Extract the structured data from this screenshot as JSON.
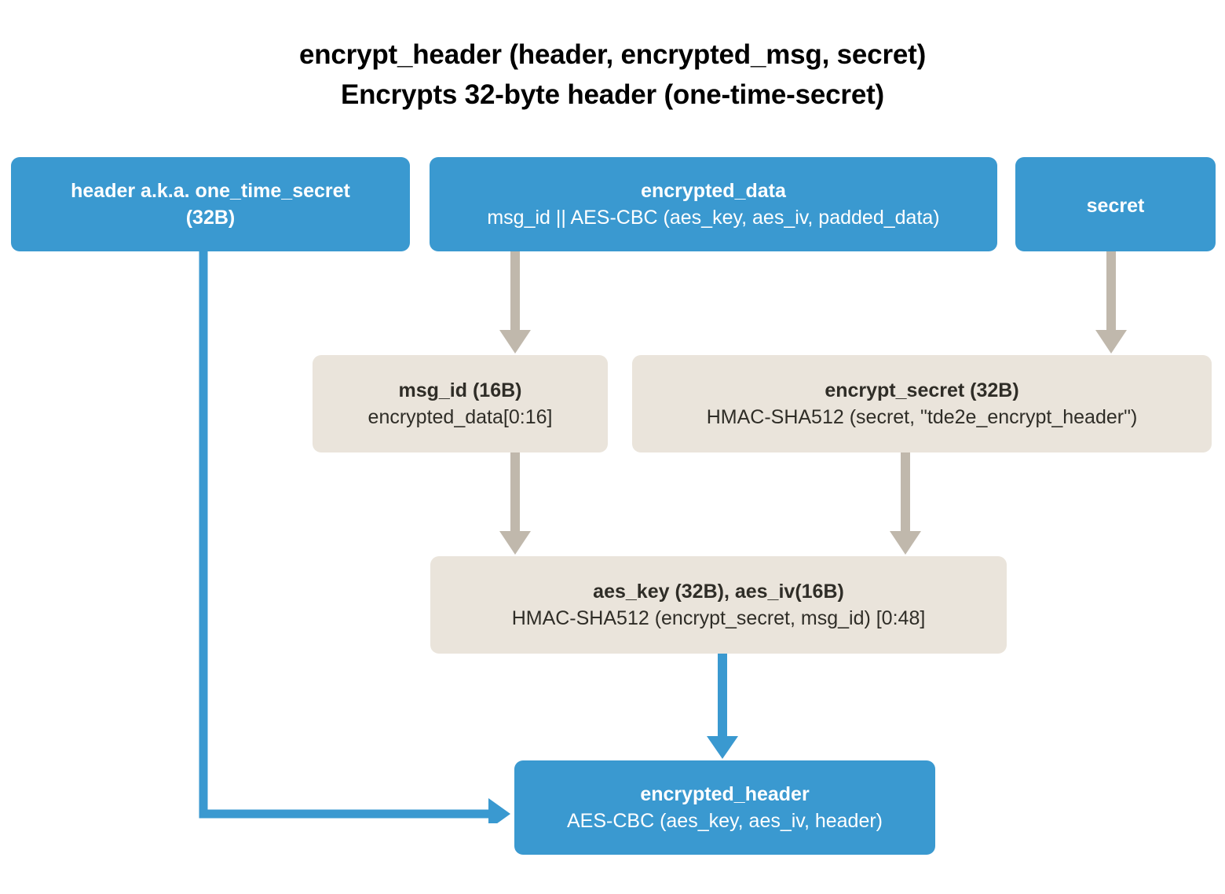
{
  "diagram": {
    "title": {
      "line1": "encrypt_header (header, encrypted_msg, secret)",
      "line2": "Encrypts 32-byte header (one-time-secret)"
    },
    "colors": {
      "blue": "#3a99d0",
      "beige": "#eae4db",
      "grey_arrow": "#c0b8ac",
      "blue_arrow": "#3a99d0",
      "background": "#ffffff",
      "dark_text": "#2f2d27",
      "light_text": "#ffffff"
    },
    "nodes": {
      "header": {
        "title": "header a.k.a. one_time_secret\n(32B)",
        "sub": ""
      },
      "encrypted_data": {
        "title": "encrypted_data",
        "sub": "msg_id || AES-CBC (aes_key, aes_iv, padded_data)"
      },
      "secret": {
        "title": "secret",
        "sub": ""
      },
      "msg_id": {
        "title": "msg_id (16B)",
        "sub": "encrypted_data[0:16]"
      },
      "encrypt_secret": {
        "title": "encrypt_secret (32B)",
        "sub": "HMAC-SHA512 (secret, \"tde2e_encrypt_header\")"
      },
      "aes_key": {
        "title": "aes_key (32B), aes_iv(16B)",
        "sub": "HMAC-SHA512 (encrypt_secret, msg_id) [0:48]"
      },
      "encrypted_header": {
        "title": "encrypted_header",
        "sub": "AES-CBC (aes_key, aes_iv, header)"
      }
    },
    "edges": [
      {
        "name": "encrypted_data-to-msg_id",
        "from": "encrypted_data",
        "to": "msg_id",
        "color": "grey"
      },
      {
        "name": "secret-to-encrypt_secret",
        "from": "secret",
        "to": "encrypt_secret",
        "color": "grey"
      },
      {
        "name": "msg_id-to-aes_key",
        "from": "msg_id",
        "to": "aes_key",
        "color": "grey"
      },
      {
        "name": "encrypt_secret-to-aes_key",
        "from": "encrypt_secret",
        "to": "aes_key",
        "color": "grey"
      },
      {
        "name": "aes_key-to-encrypted_header",
        "from": "aes_key",
        "to": "encrypted_header",
        "color": "blue"
      },
      {
        "name": "header-to-encrypted_header",
        "from": "header",
        "to": "encrypted_header",
        "color": "blue"
      }
    ]
  }
}
